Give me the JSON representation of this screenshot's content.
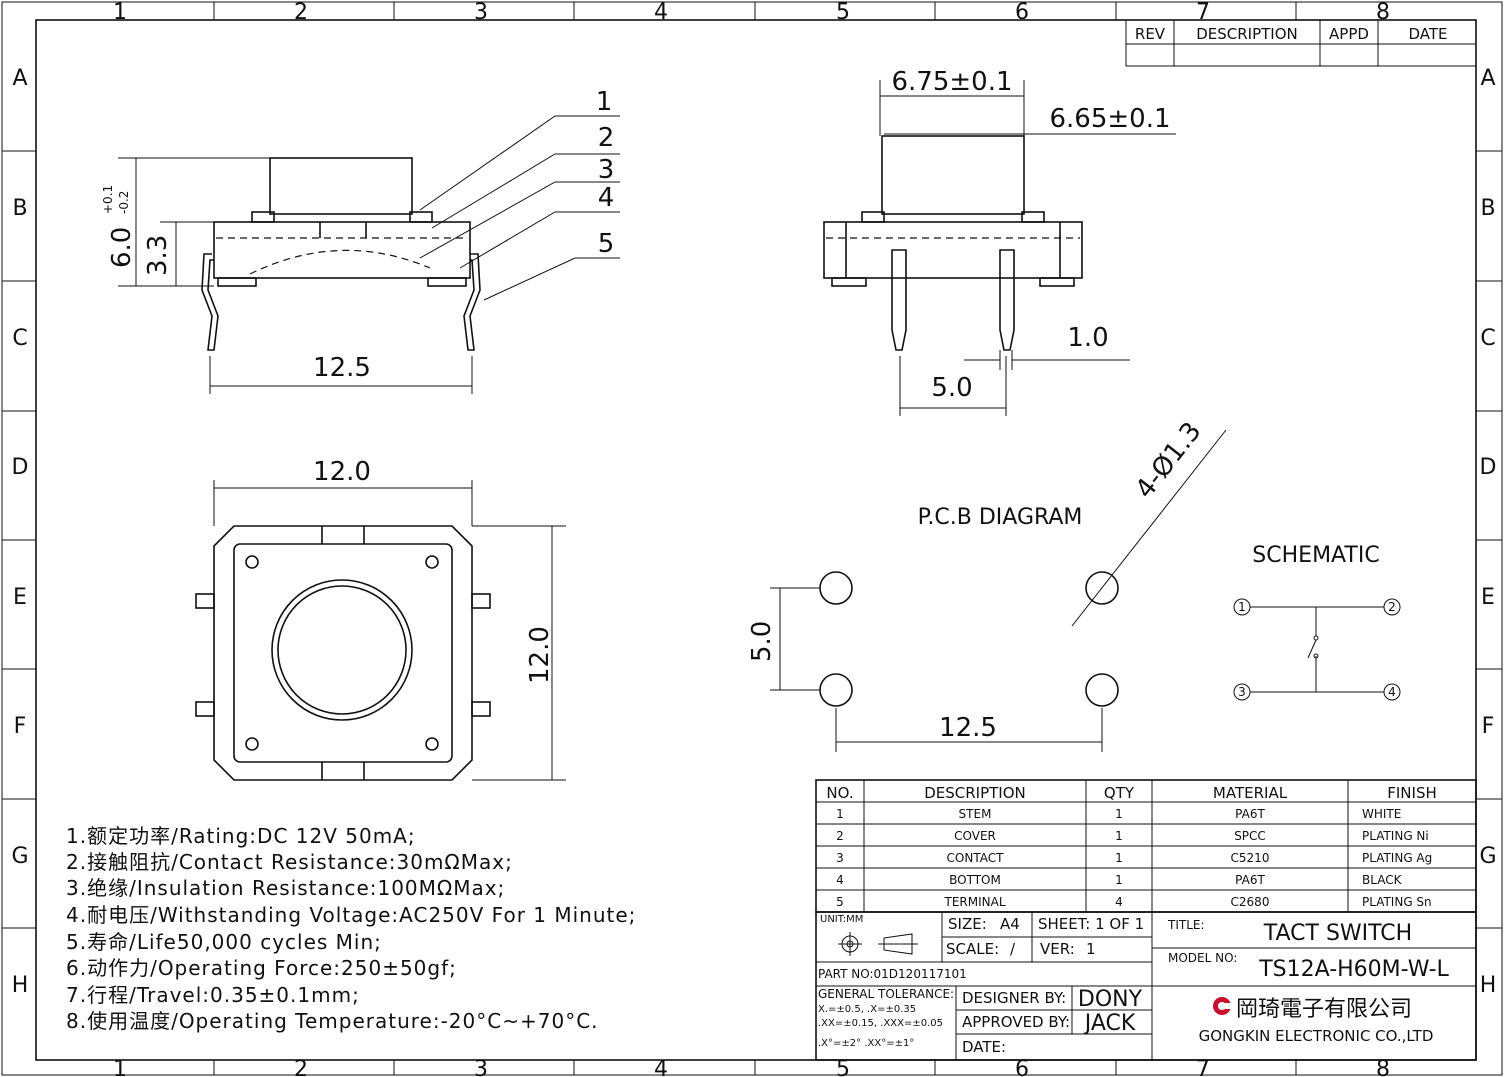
{
  "frame": {
    "columns": [
      "1",
      "2",
      "3",
      "4",
      "5",
      "6",
      "7",
      "8"
    ],
    "rows": [
      "A",
      "B",
      "C",
      "D",
      "E",
      "F",
      "G",
      "H"
    ]
  },
  "revision_block": {
    "rev": "REV",
    "description": "DESCRIPTION",
    "appd": "APPD",
    "date": "DATE"
  },
  "side_view": {
    "callouts": [
      "1",
      "2",
      "3",
      "4",
      "5"
    ],
    "height_dim": "6.0",
    "height_tol_plus": "+0.1",
    "height_tol_minus": "-0.2",
    "body_dim": "3.3",
    "lead_span": "12.5"
  },
  "front_view": {
    "stem_dim": "6.75±0.1",
    "cover_dim": "6.65±0.1",
    "pin_dim": "1.0",
    "pin_pitch": "5.0"
  },
  "top_view": {
    "width": "12.0",
    "height": "12.0"
  },
  "pcb": {
    "title": "P.C.B DIAGRAM",
    "hole_note": "4-Ø1.3",
    "vertical": "5.0",
    "horizontal": "12.5"
  },
  "schematic": {
    "title": "SCHEMATIC",
    "pins": [
      "1",
      "2",
      "3",
      "4"
    ]
  },
  "specs": [
    "1.额定功率/Rating:DC 12V 50mA;",
    "2.接触阻抗/Contact Resistance:30mΩMax;",
    "3.绝缘/Insulation Resistance:100MΩMax;",
    "4.耐电压/Withstanding Voltage:AC250V For 1 Minute;",
    "5.寿命/Life50,000 cycles Min;",
    "6.动作力/Operating Force:250±50gf;",
    "7.行程/Travel:0.35±0.1mm;",
    "8.使用温度/Operating Temperature:-20°C~+70°C."
  ],
  "bom": {
    "headers": [
      "NO.",
      "DESCRIPTION",
      "QTY",
      "MATERIAL",
      "FINISH"
    ],
    "rows": [
      [
        "1",
        "STEM",
        "1",
        "PA6T",
        "WHITE"
      ],
      [
        "2",
        "COVER",
        "1",
        "SPCC",
        "PLATING Ni"
      ],
      [
        "3",
        "CONTACT",
        "1",
        "C5210",
        "PLATING Ag"
      ],
      [
        "4",
        "BOTTOM",
        "1",
        "PA6T",
        "BLACK"
      ],
      [
        "5",
        "TERMINAL",
        "4",
        "C2680",
        "PLATING Sn"
      ]
    ]
  },
  "title_block": {
    "unit": "UNIT:MM",
    "size_label": "SIZE:",
    "size_value": "A4",
    "sheet": "SHEET: 1 OF 1",
    "scale_label": "SCALE:",
    "scale_value": "/",
    "ver_label": "VER:",
    "ver_value": "1",
    "title_label": "TITLE:",
    "title_value": "TACT SWITCH",
    "model_label": "MODEL NO:",
    "model_value": "TS12A-H60M-W-L",
    "part_no": "PART NO:01D120117101",
    "tolerance_title": "GENERAL TOLERANCE:",
    "tolerance_1": "X.=±0.5,    .X=±0.35",
    "tolerance_2": ".XX=±0.15, .XXX=±0.05",
    "tolerance_3": ".X°=±2° .XX°=±1°",
    "designer_label": "DESIGNER BY:",
    "designer": "DONY",
    "approved_label": "APPROVED BY:",
    "approver": "JACK",
    "date_label": "DATE:",
    "company_cn": "岡琦電子有限公司",
    "company_en": "GONGKIN ELECTRONIC CO.,LTD"
  }
}
